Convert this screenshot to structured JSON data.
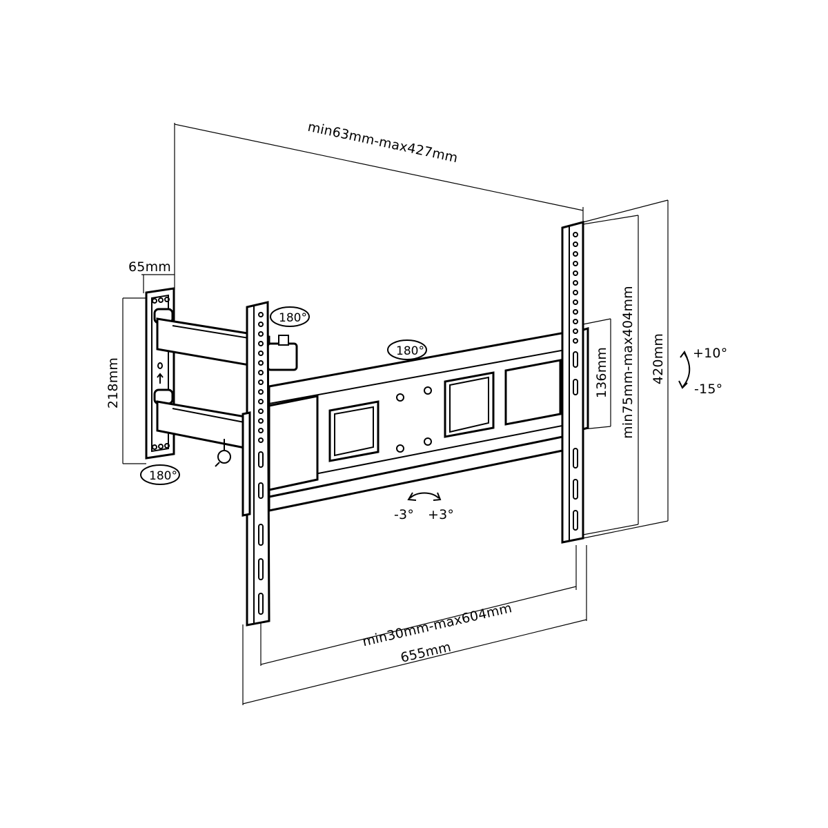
{
  "labels": {
    "arm_extension": "min63mm-max427mm",
    "wall_plate_depth": "65mm",
    "wall_plate_height": "218mm",
    "rotate_wall": "180°",
    "rotate_arm": "180°",
    "rotate_mid": "180°",
    "vesa_vertical": "min75mm-max404mm",
    "bracket_height": "420mm",
    "plate_height": "136mm",
    "tilt_up": "+10°",
    "tilt_down": "-15°",
    "level_left": "-3°",
    "level_right": "+3°",
    "vesa_horizontal": "min30mm-max604mm",
    "total_width": "655mm"
  },
  "colors": {
    "line": "#000000",
    "background": "#ffffff"
  }
}
